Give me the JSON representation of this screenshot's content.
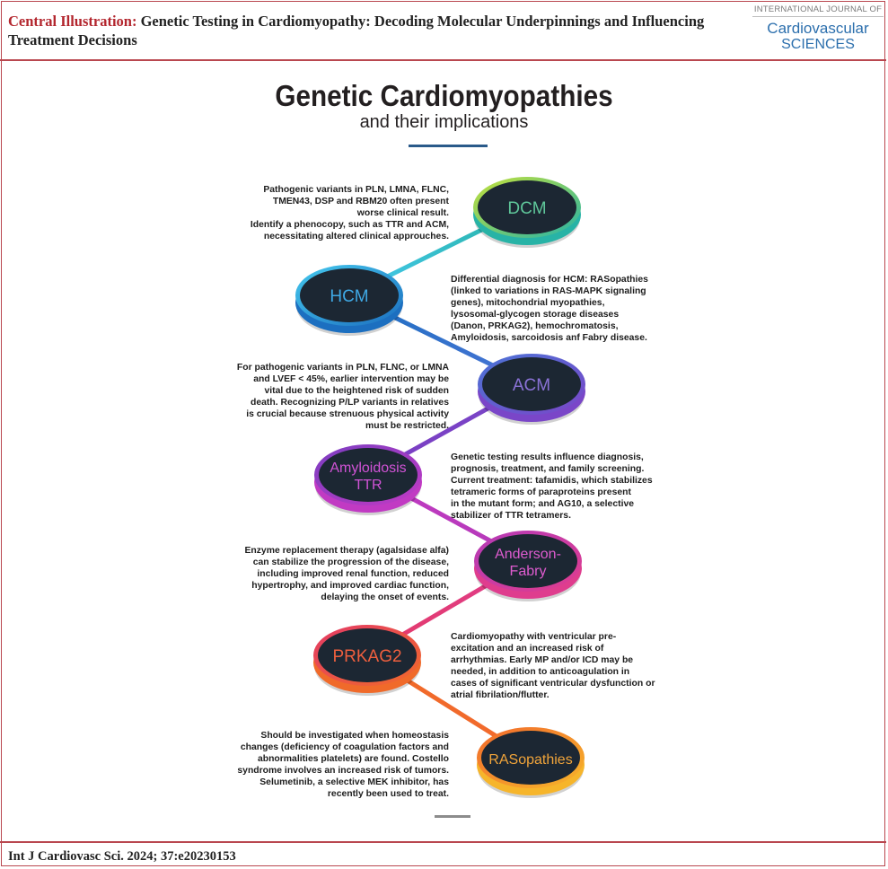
{
  "header": {
    "title_lead": "Central Illustration:",
    "title_rest": " Genetic Testing in Cardiomyopathy: Decoding Molecular Underpinnings and Influencing Treatment Decisions",
    "journal_line1": "INTERNATIONAL JOURNAL OF",
    "journal_line2": "Cardiovascular",
    "journal_line3": "SCIENCES"
  },
  "figure": {
    "title": "Genetic Cardiomyopathies",
    "subtitle": "and their implications"
  },
  "nodes": [
    {
      "label1": "DCM",
      "label2": "",
      "text_color": "#5fc69a",
      "rim_start": "#c4e13a",
      "rim_end": "#28b3a6"
    },
    {
      "label1": "HCM",
      "label2": "",
      "text_color": "#3fa8e4",
      "rim_start": "#45c9ee",
      "rim_end": "#1c6fc0"
    },
    {
      "label1": "ACM",
      "label2": "",
      "text_color": "#8a72d6",
      "rim_start": "#4b74d6",
      "rim_end": "#7a46c8"
    },
    {
      "label1": "Amyloidosis",
      "label2": "TTR",
      "text_color": "#d153d6",
      "rim_start": "#7b3ec2",
      "rim_end": "#c13ac3"
    },
    {
      "label1": "Anderson-",
      "label2": "Fabry",
      "text_color": "#de5ccf",
      "rim_start": "#b43ab8",
      "rim_end": "#df3d8e"
    },
    {
      "label1": "PRKAG2",
      "label2": "",
      "text_color": "#ef5f3e",
      "rim_start": "#e43a66",
      "rim_end": "#f06a2a"
    },
    {
      "label1": "RASopathies",
      "label2": "",
      "text_color": "#f0a43a",
      "rim_start": "#f26a2c",
      "rim_end": "#f6b52b"
    }
  ],
  "descriptions": [
    {
      "lines": [
        "Pathogenic variants in PLN, LMNA, FLNC,",
        "TMEN43, DSP and RBM20 often present",
        "worse clinical result.",
        "Identify a phenocopy, such as TTR and ACM,",
        "necessitating altered clinical approuches."
      ]
    },
    {
      "lines": [
        "Differential diagnosis for HCM: RASopathies",
        "(linked to variations in RAS-MAPK signaling",
        "genes), mitochondrial myopathies,",
        "lysosomal-glycogen storage diseases",
        "(Danon, PRKAG2), hemochromatosis,",
        "Amyloidosis, sarcoidosis anf Fabry disease."
      ]
    },
    {
      "lines": [
        "For pathogenic variants in PLN, FLNC, or LMNA",
        "and LVEF < 45%, earlier intervention may be",
        "vital due to the heightened risk of sudden",
        "death. Recognizing P/LP variants in relatives",
        "is crucial because strenuous physical activity",
        "must be restricted."
      ]
    },
    {
      "lines": [
        "Genetic testing results influence diagnosis,",
        "prognosis, treatment, and family screening.",
        "Current treatment: tafamidis, which stabilizes",
        "tetrameric forms of paraproteins present",
        "in the mutant form; and AG10, a selective",
        "stabilizer of TTR tetramers."
      ]
    },
    {
      "lines": [
        "Enzyme replacement therapy (agalsidase alfa)",
        "can stabilize the progression of the disease,",
        "including improved renal function, reduced",
        "hypertrophy, and improved cardiac function,",
        "delaying the onset of events."
      ]
    },
    {
      "lines": [
        "Cardiomyopathy with ventricular pre-",
        "excitation and an increased risk of",
        "arrhythmias. Early MP and/or ICD may be",
        "needed, in addition to anticoagulation in",
        "cases of significant ventricular dysfunction or",
        "atrial fibrilation/flutter."
      ]
    },
    {
      "lines": [
        "Should be investigated when homeostasis",
        "changes (deficiency of coagulation factors and",
        "abnormalities platelets) are found. Costello",
        "syndrome involves an increased risk of tumors.",
        "Selumetinib, a selective MEK inhibitor, has",
        "recently been used to treat."
      ]
    }
  ],
  "footer": {
    "citation": "Int J Cardiovasc Sci. 2024; 37:e20230153"
  }
}
